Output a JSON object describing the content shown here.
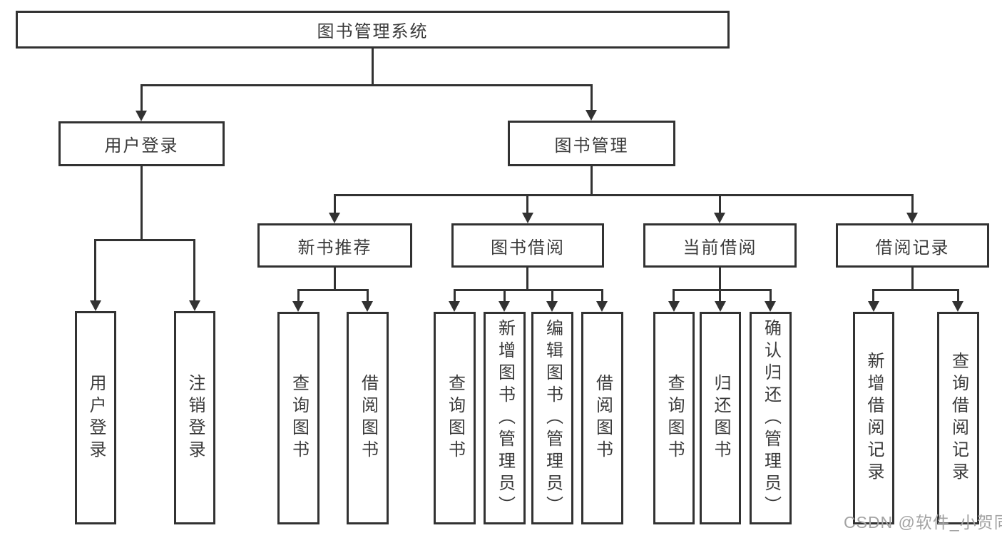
{
  "colors": {
    "line": "#323232",
    "text": "#3a3a3a",
    "watermark": "#a3a3a3",
    "background": "#ffffff"
  },
  "tree": {
    "root": {
      "label": "图书管理系统"
    },
    "branches": [
      {
        "label": "用户登录",
        "leaves": [
          {
            "label": "用户登录"
          },
          {
            "label": "注销登录"
          }
        ]
      },
      {
        "label": "图书管理",
        "groups": [
          {
            "label": "新书推荐",
            "leaves": [
              {
                "label": "查询图书"
              },
              {
                "label": "借阅图书"
              }
            ]
          },
          {
            "label": "图书借阅",
            "leaves": [
              {
                "label": "查询图书"
              },
              {
                "label": "新增图书（管理员）"
              },
              {
                "label": "编辑图书（管理员）"
              },
              {
                "label": "借阅图书"
              }
            ]
          },
          {
            "label": "当前借阅",
            "leaves": [
              {
                "label": "查询图书"
              },
              {
                "label": "归还图书"
              },
              {
                "label": "确认归还（管理员）"
              }
            ]
          },
          {
            "label": "借阅记录",
            "leaves": [
              {
                "label": "新增借阅记录"
              },
              {
                "label": "查询借阅记录"
              }
            ]
          }
        ]
      }
    ]
  },
  "watermark": {
    "text": "CSDN @软件_小贺同学"
  }
}
